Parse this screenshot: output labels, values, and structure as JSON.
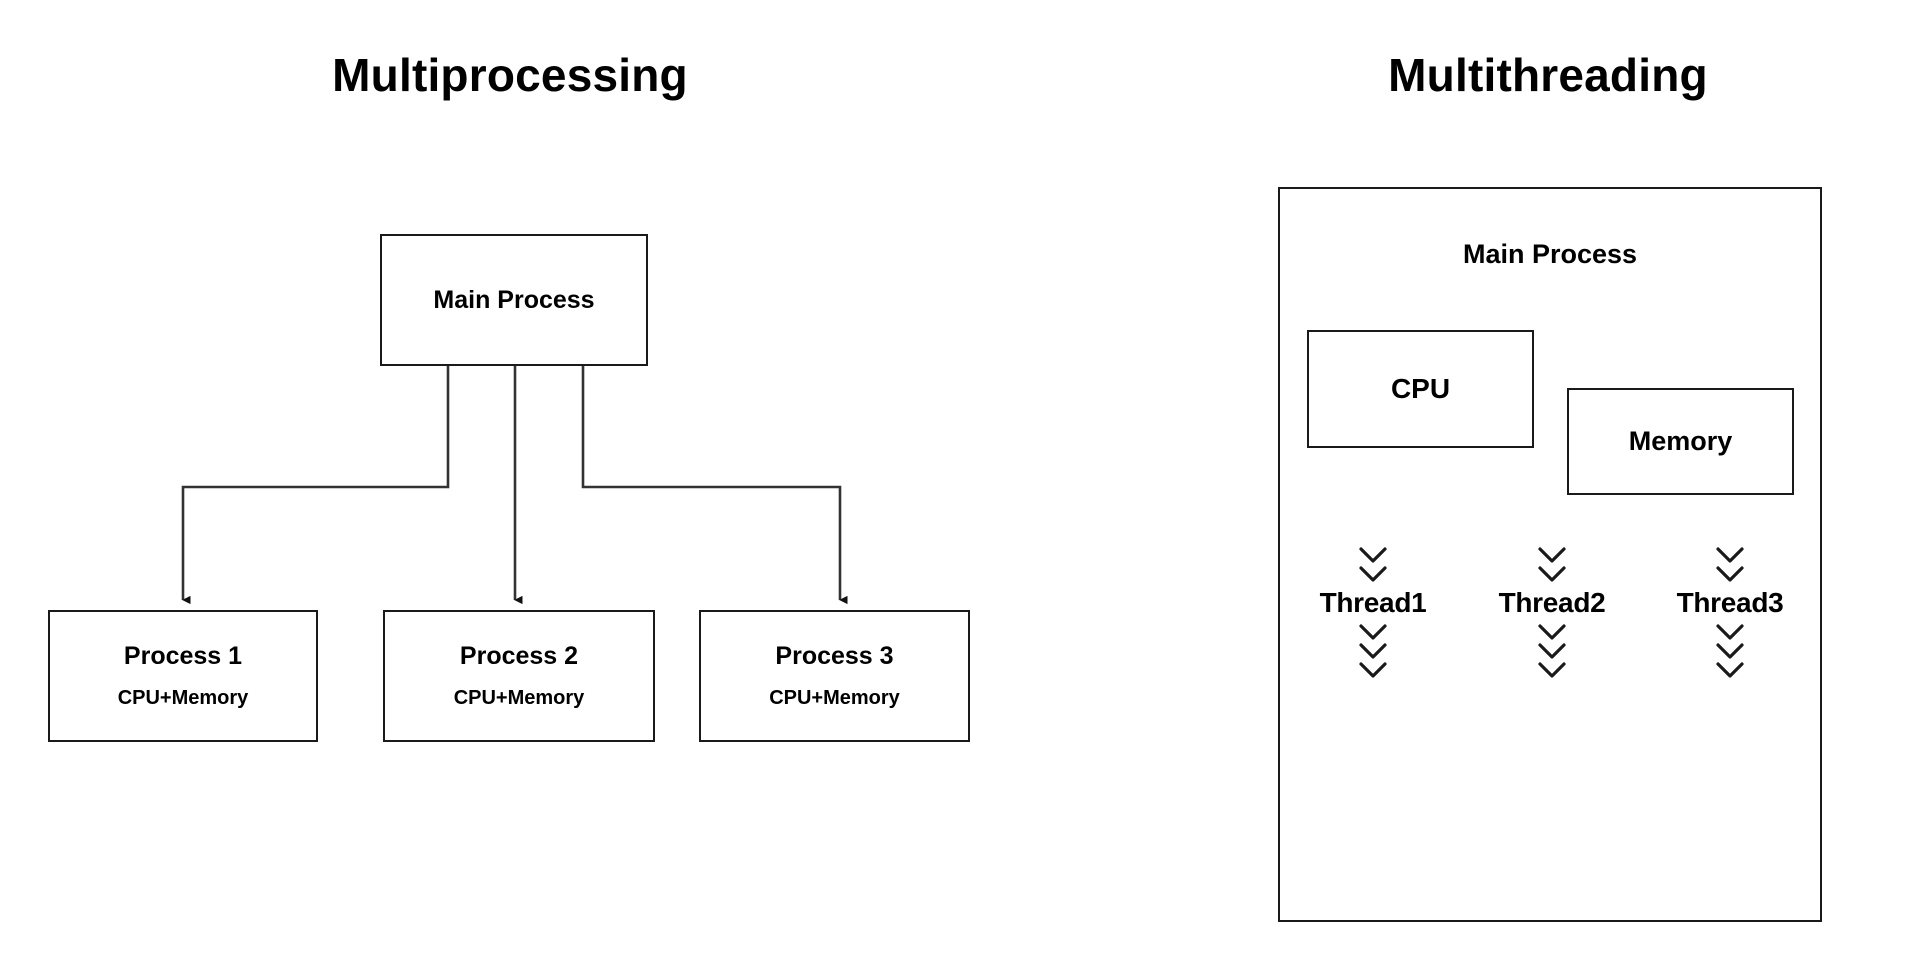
{
  "diagram": {
    "title_left": "Multiprocessing",
    "title_right": "Multithreading",
    "colors": {
      "background": "#ffffff",
      "stroke": "#1a1a1a",
      "text": "#000000"
    }
  },
  "multiprocessing": {
    "root": {
      "label": "Main Process"
    },
    "processes": [
      {
        "title": "Process 1",
        "subtitle": "CPU+Memory"
      },
      {
        "title": "Process 2",
        "subtitle": "CPU+Memory"
      },
      {
        "title": "Process 3",
        "subtitle": "CPU+Memory"
      }
    ],
    "edge_count": 3
  },
  "multithreading": {
    "container_label": "Main Process",
    "resources": [
      {
        "label": "CPU"
      },
      {
        "label": "Memory"
      }
    ],
    "threads": [
      {
        "label": "Thread1",
        "chevrons_above": 2,
        "chevrons_below": 3
      },
      {
        "label": "Thread2",
        "chevrons_above": 2,
        "chevrons_below": 3
      },
      {
        "label": "Thread3",
        "chevrons_above": 2,
        "chevrons_below": 3
      }
    ]
  }
}
